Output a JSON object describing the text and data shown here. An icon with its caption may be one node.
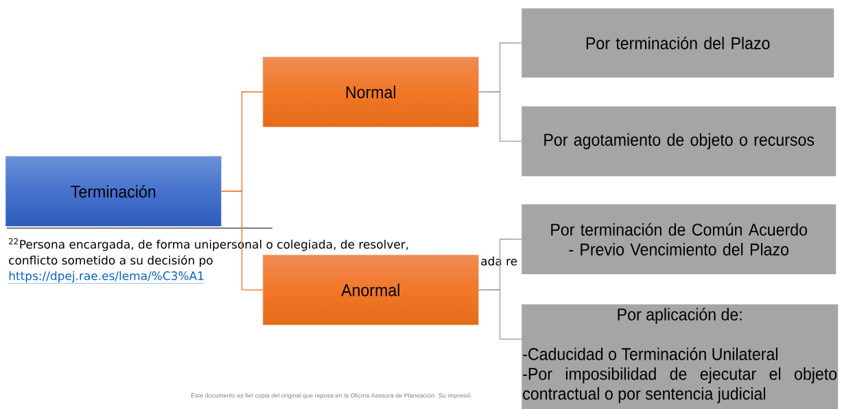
{
  "diagram": {
    "nodes": [
      {
        "text": [
          "Terminación"
        ]
      },
      {
        "text": [
          "Normal"
        ]
      },
      {
        "text": [
          "Anormal"
        ]
      },
      {
        "text": [
          "Por terminación del Plazo"
        ]
      },
      {
        "text": [
          "Por agotamiento de objeto o recursos"
        ]
      },
      {
        "text": [
          "Por terminación de Común Acuerdo - Previo Vencimiento del Plazo"
        ]
      },
      {
        "text": [
          "Por aplicación de:",
          "-Caducidad o Terminación Unilateral",
          "-Por imposibilidad de ejecutar el objeto contractual o por sentencia judicial"
        ]
      }
    ],
    "edges": [
      {
        "from": 0,
        "to": 1,
        "arrow": "none",
        "color": "#ed7d31"
      },
      {
        "from": 0,
        "to": 2,
        "arrow": "none",
        "color": "#ed7d31"
      },
      {
        "from": 1,
        "to": 3,
        "arrow": "none"
      },
      {
        "from": 1,
        "to": 4,
        "arrow": "none"
      },
      {
        "from": 2,
        "to": 5,
        "arrow": "none"
      },
      {
        "from": 2,
        "to": 6,
        "arrow": "none"
      }
    ],
    "labels": [
      "$^{22}$Persona encargada, de forma unipersonal o colegiada, de resolver,",
      "conflicto sometido a su decisión po",
      "ada re",
      "https://dpej.rae.es/lema/%C3%A1",
      "Este documento es fiel copia del original que reposa en la Oficina Asesora de Planeación. Su impresió"
    ]
  }
}
